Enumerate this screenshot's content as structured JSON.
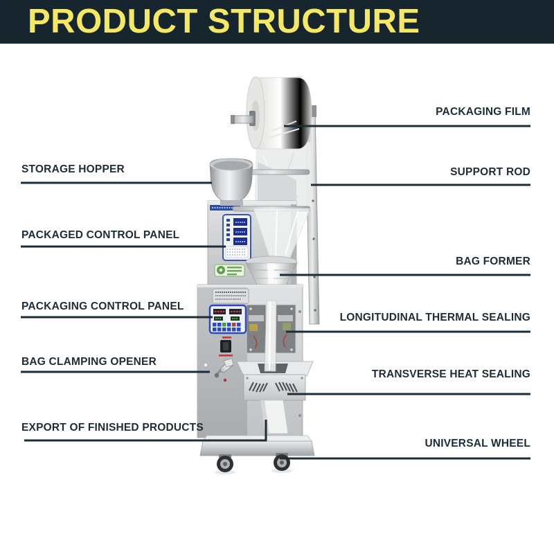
{
  "header": {
    "title": "PRODUCT STRUCTURE"
  },
  "labels": {
    "left": [
      {
        "id": "storage-hopper",
        "text": "STORAGE HOPPER"
      },
      {
        "id": "packaged-control-panel",
        "text": "PACKAGED CONTROL PANEL"
      },
      {
        "id": "packaging-control-panel",
        "text": "PACKAGING CONTROL PANEL"
      },
      {
        "id": "bag-clamping-opener",
        "text": "BAG CLAMPING OPENER"
      },
      {
        "id": "export-of-finished-products",
        "text": "EXPORT OF FINISHED PRODUCTS"
      }
    ],
    "right": [
      {
        "id": "packaging-film",
        "text": "PACKAGING FILM"
      },
      {
        "id": "support-rod",
        "text": "SUPPORT ROD"
      },
      {
        "id": "bag-former",
        "text": "BAG FORMER"
      },
      {
        "id": "longitudinal-thermal-sealing",
        "text": "LONGITUDINAL THERMAL SEALING"
      },
      {
        "id": "transverse-heat-sealing",
        "text": "TRANSVERSE HEAT SEALING"
      },
      {
        "id": "universal-wheel",
        "text": "UNIVERSAL WHEEL"
      }
    ]
  },
  "colors": {
    "header_bg": "#17262e",
    "title": "#f5e964",
    "label_text": "#1d2c36",
    "leader_line": "#1d2c36",
    "panel_blue": "#2f4ab8",
    "led_red": "#e8392f",
    "sticker_green": "#5f9e4e",
    "machine_steel": "#c9ccce"
  }
}
